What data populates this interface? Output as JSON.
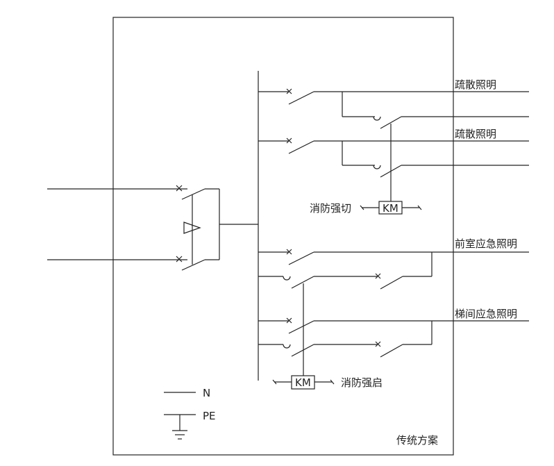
{
  "diagram": {
    "scheme_label": "传统方案",
    "outputs": {
      "evac_1": "疏散照明",
      "evac_2": "疏散照明",
      "anteroom": "前室应急照明",
      "stairway": "梯间应急照明"
    },
    "relays": {
      "cut": {
        "coil": "KM",
        "label": "消防强切"
      },
      "start": {
        "coil": "KM",
        "label": "消防强启"
      }
    },
    "legend": {
      "neutral": "N",
      "protective_earth": "PE"
    }
  }
}
